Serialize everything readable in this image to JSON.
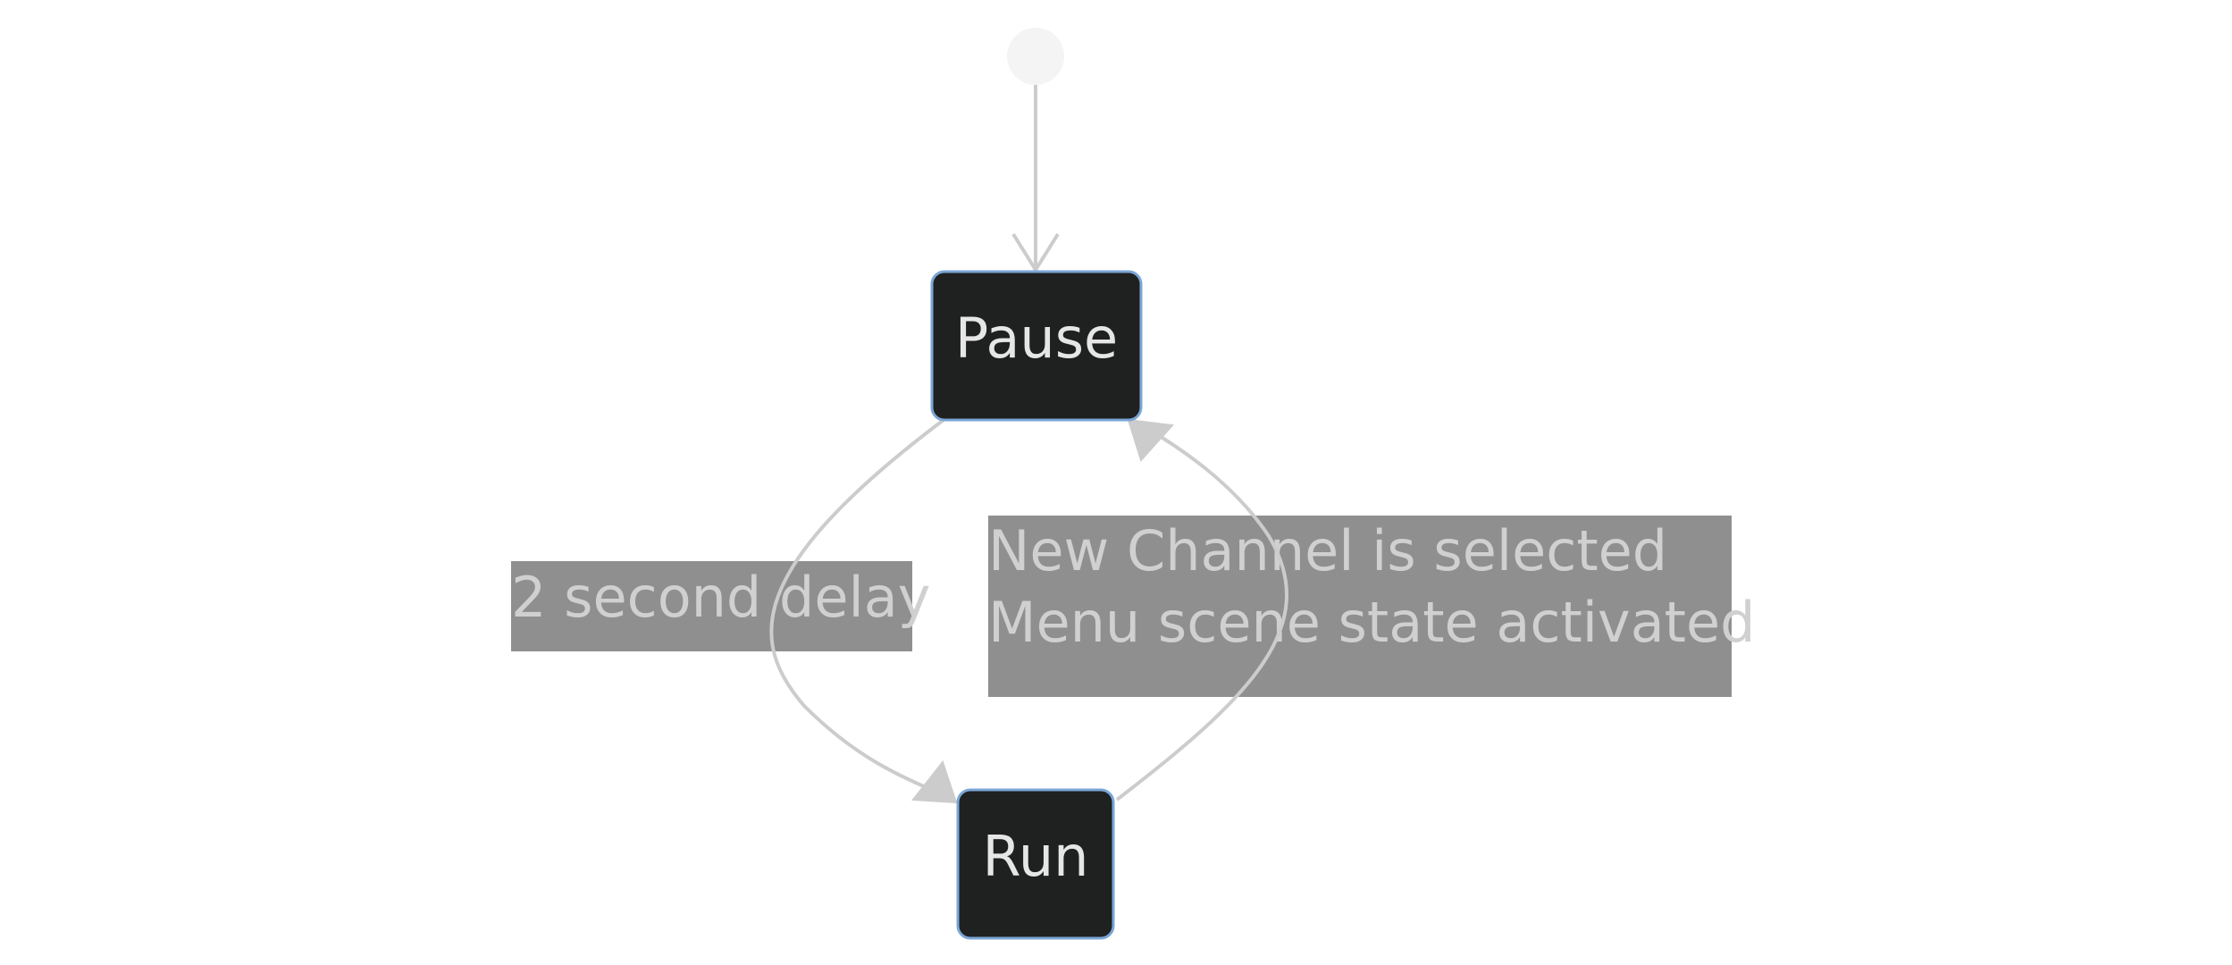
{
  "diagram": {
    "type": "state-diagram",
    "colors": {
      "state_fill": "#1f2020",
      "state_border": "#7aa6d6",
      "state_text": "#e6e6e6",
      "edge": "#cccccc",
      "start_node": "#f4f4f4",
      "label_bg": "#8f8f8f",
      "label_text": "#d0d0d0"
    },
    "nodes": {
      "start": {
        "kind": "initial"
      },
      "pause": {
        "label": "Pause"
      },
      "run": {
        "label": "Run"
      }
    },
    "edges": {
      "start_to_pause": {
        "from": "start",
        "to": "pause",
        "label": ""
      },
      "pause_to_run": {
        "from": "pause",
        "to": "run",
        "label": "2 second delay"
      },
      "run_to_pause": {
        "from": "run",
        "to": "pause",
        "label_lines": [
          "New Channel is selected",
          "Menu scene state activated"
        ]
      }
    }
  }
}
